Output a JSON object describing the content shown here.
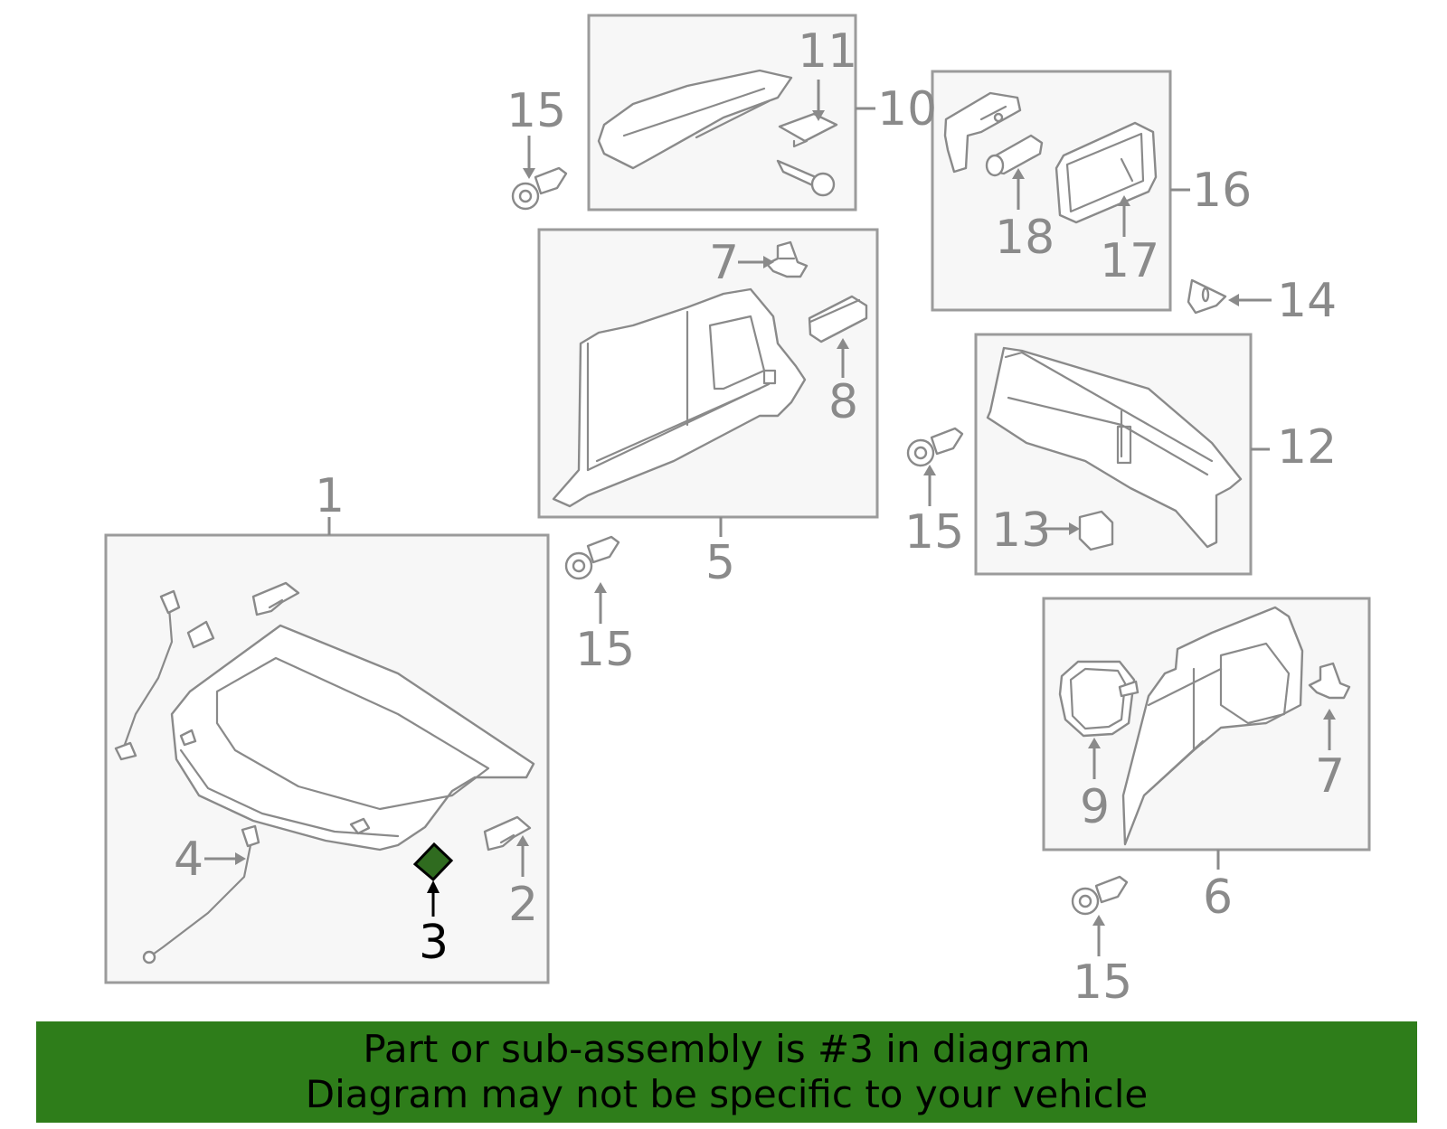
{
  "callouts": {
    "c1": "1",
    "c2": "2",
    "c3": "3",
    "c4": "4",
    "c5": "5",
    "c6": "6",
    "c7a": "7",
    "c7b": "7",
    "c8": "8",
    "c9": "9",
    "c10": "10",
    "c11": "11",
    "c12": "12",
    "c13": "13",
    "c14": "14",
    "c15a": "15",
    "c15b": "15",
    "c15c": "15",
    "c15d": "15",
    "c16": "16",
    "c17": "17",
    "c18": "18"
  },
  "highlighted_part": "3",
  "colors": {
    "banner": "#2e7d1a",
    "highlight_part": "#2f6b1f",
    "line_gray": "#8a8a8a"
  },
  "banner": {
    "line1": "Part or sub-assembly is #3 in diagram",
    "line2": "Diagram may not be specific to your vehicle"
  }
}
